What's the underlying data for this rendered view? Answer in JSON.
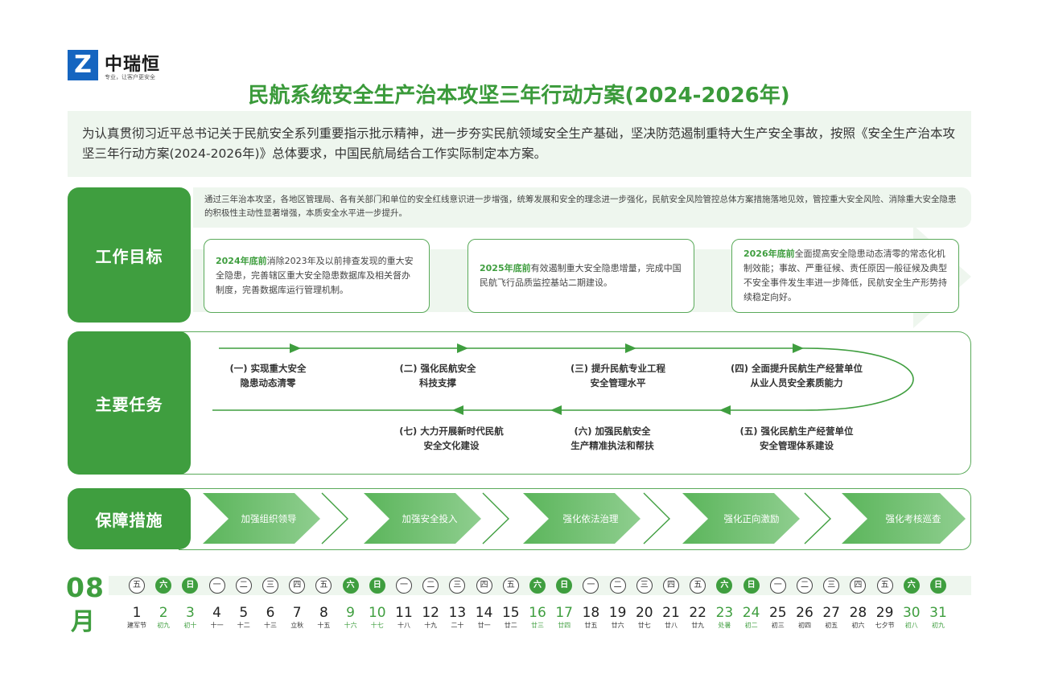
{
  "logo": {
    "mark": "Z",
    "name": "中瑞恒",
    "slogan": "专业，让客户更安全"
  },
  "title": "民航系统安全生产治本攻坚三年行动方案(2024-2026年)",
  "intro": "为认真贯彻习近平总书记关于民航安全系列重要指示批示精神，进一步夯实民航领域安全生产基础，坚决防范遏制重特大生产安全事故，按照《安全生产治本攻坚三年行动方案(2024-2026年)》总体要求，中国民航局结合工作实际制定本方案。",
  "goals": {
    "label": "工作目标",
    "summary": "通过三年治本攻坚，各地区管理局、各有关部门和单位的安全红线意识进一步增强，统筹发展和安全的理念进一步强化，民航安全风险管控总体方案措施落地见效，管控重大安全风险、消除重大安全隐患的积极性主动性显著增强，本质安全水平进一步提升。",
    "items": [
      {
        "year": "2024年底前",
        "text": "消除2023年及以前排查发现的重大安全隐患，完善辖区重大安全隐患数据库及相关督办制度，完善数据库运行管理机制。"
      },
      {
        "year": "2025年底前",
        "text": "有效遏制重大安全隐患增量，完成中国民航飞行品质监控基站二期建设。"
      },
      {
        "year": "2026年底前",
        "text": "全面提高安全隐患动态清零的常态化机制效能；事故、严重征候、责任原因一般征候及典型不安全事件发生率进一步降低，民航安全生产形势持续稳定向好。"
      }
    ]
  },
  "tasks": {
    "label": "主要任务",
    "items": [
      {
        "line1": "(一) 实现重大安全",
        "line2": "隐患动态清零"
      },
      {
        "line1": "(二) 强化民航安全",
        "line2": "科技支撑"
      },
      {
        "line1": "(三) 提升民航专业工程",
        "line2": "安全管理水平"
      },
      {
        "line1": "(四) 全面提升民航生产经营单位",
        "line2": "从业人员安全素质能力"
      },
      {
        "line1": "(五) 强化民航生产经营单位",
        "line2": "安全管理体系建设"
      },
      {
        "line1": "(六) 加强民航安全",
        "line2": "生产精准执法和帮扶"
      },
      {
        "line1": "(七) 大力开展新时代民航",
        "line2": "安全文化建设"
      }
    ]
  },
  "measures": {
    "label": "保障措施",
    "items": [
      "加强组织领导",
      "加强安全投入",
      "强化依法治理",
      "强化正向激励",
      "强化考核巡查"
    ]
  },
  "calendar": {
    "month_num": "08",
    "month_char": "月",
    "days": [
      {
        "weekday": "五",
        "day": "1",
        "label": "建军节",
        "weekend": false
      },
      {
        "weekday": "六",
        "day": "2",
        "label": "初九",
        "weekend": true
      },
      {
        "weekday": "日",
        "day": "3",
        "label": "初十",
        "weekend": true
      },
      {
        "weekday": "一",
        "day": "4",
        "label": "十一",
        "weekend": false
      },
      {
        "weekday": "二",
        "day": "5",
        "label": "十二",
        "weekend": false
      },
      {
        "weekday": "三",
        "day": "6",
        "label": "十三",
        "weekend": false
      },
      {
        "weekday": "四",
        "day": "7",
        "label": "立秋",
        "weekend": false
      },
      {
        "weekday": "五",
        "day": "8",
        "label": "十五",
        "weekend": false
      },
      {
        "weekday": "六",
        "day": "9",
        "label": "十六",
        "weekend": true
      },
      {
        "weekday": "日",
        "day": "10",
        "label": "十七",
        "weekend": true
      },
      {
        "weekday": "一",
        "day": "11",
        "label": "十八",
        "weekend": false
      },
      {
        "weekday": "二",
        "day": "12",
        "label": "十九",
        "weekend": false
      },
      {
        "weekday": "三",
        "day": "13",
        "label": "二十",
        "weekend": false
      },
      {
        "weekday": "四",
        "day": "14",
        "label": "廿一",
        "weekend": false
      },
      {
        "weekday": "五",
        "day": "15",
        "label": "廿二",
        "weekend": false
      },
      {
        "weekday": "六",
        "day": "16",
        "label": "廿三",
        "weekend": true
      },
      {
        "weekday": "日",
        "day": "17",
        "label": "廿四",
        "weekend": true
      },
      {
        "weekday": "一",
        "day": "18",
        "label": "廿五",
        "weekend": false
      },
      {
        "weekday": "二",
        "day": "19",
        "label": "廿六",
        "weekend": false
      },
      {
        "weekday": "三",
        "day": "20",
        "label": "廿七",
        "weekend": false
      },
      {
        "weekday": "四",
        "day": "21",
        "label": "廿八",
        "weekend": false
      },
      {
        "weekday": "五",
        "day": "22",
        "label": "廿九",
        "weekend": false
      },
      {
        "weekday": "六",
        "day": "23",
        "label": "处暑",
        "weekend": true
      },
      {
        "weekday": "日",
        "day": "24",
        "label": "初二",
        "weekend": true
      },
      {
        "weekday": "一",
        "day": "25",
        "label": "初三",
        "weekend": false
      },
      {
        "weekday": "二",
        "day": "26",
        "label": "初四",
        "weekend": false
      },
      {
        "weekday": "三",
        "day": "27",
        "label": "初五",
        "weekend": false
      },
      {
        "weekday": "四",
        "day": "28",
        "label": "初六",
        "weekend": false
      },
      {
        "weekday": "五",
        "day": "29",
        "label": "七夕节",
        "weekend": false
      },
      {
        "weekday": "六",
        "day": "30",
        "label": "初八",
        "weekend": true
      },
      {
        "weekday": "日",
        "day": "31",
        "label": "初九",
        "weekend": true
      }
    ]
  },
  "colors": {
    "primary_green": "#3f9e3f",
    "light_green": "#eef6ee",
    "logo_blue": "#1565c0"
  }
}
